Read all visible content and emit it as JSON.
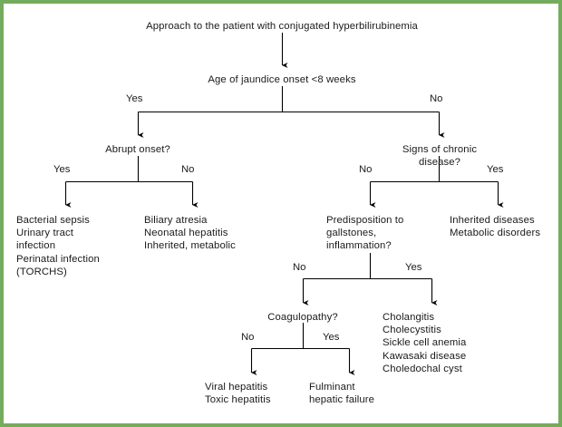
{
  "figure": {
    "border_color": "#74ac5d",
    "text_color": "#1a1a1a",
    "line_color": "#000000",
    "background": "#ffffff"
  },
  "nodes": {
    "root": "Approach to the patient with conjugated hyperbilirubinemia",
    "age_onset": "Age of jaundice onset <8 weeks",
    "abrupt_onset": "Abrupt onset?",
    "signs_chronic": "Signs of chronic disease?",
    "bacterial_sepsis": "Bacterial sepsis\nUrinary tract\n  infection\nPerinatal infection\n (TORCHS)",
    "biliary_atresia": "Biliary atresia\nNeonatal hepatitis\nInherited, metabolic",
    "predisposition": "Predisposition to\ngallstones,\ninflammation?",
    "inherited_diseases": "Inherited diseases\nMetabolic disorders",
    "coagulopathy": "Coagulopathy?",
    "cholangitis_list": "Cholangitis\nCholecystitis\nSickle cell anemia\nKawasaki disease\nCholedochal cyst",
    "viral_hepatitis": "Viral hepatitis\nToxic hepatitis",
    "fulminant": "Fulminant\nhepatic failure"
  },
  "edge_labels": {
    "age_yes": "Yes",
    "age_no": "No",
    "abrupt_yes": "Yes",
    "abrupt_no": "No",
    "chronic_no": "No",
    "chronic_yes": "Yes",
    "predisposition_no": "No",
    "predisposition_yes": "Yes",
    "coagulopathy_no": "No",
    "coagulopathy_yes": "Yes"
  }
}
